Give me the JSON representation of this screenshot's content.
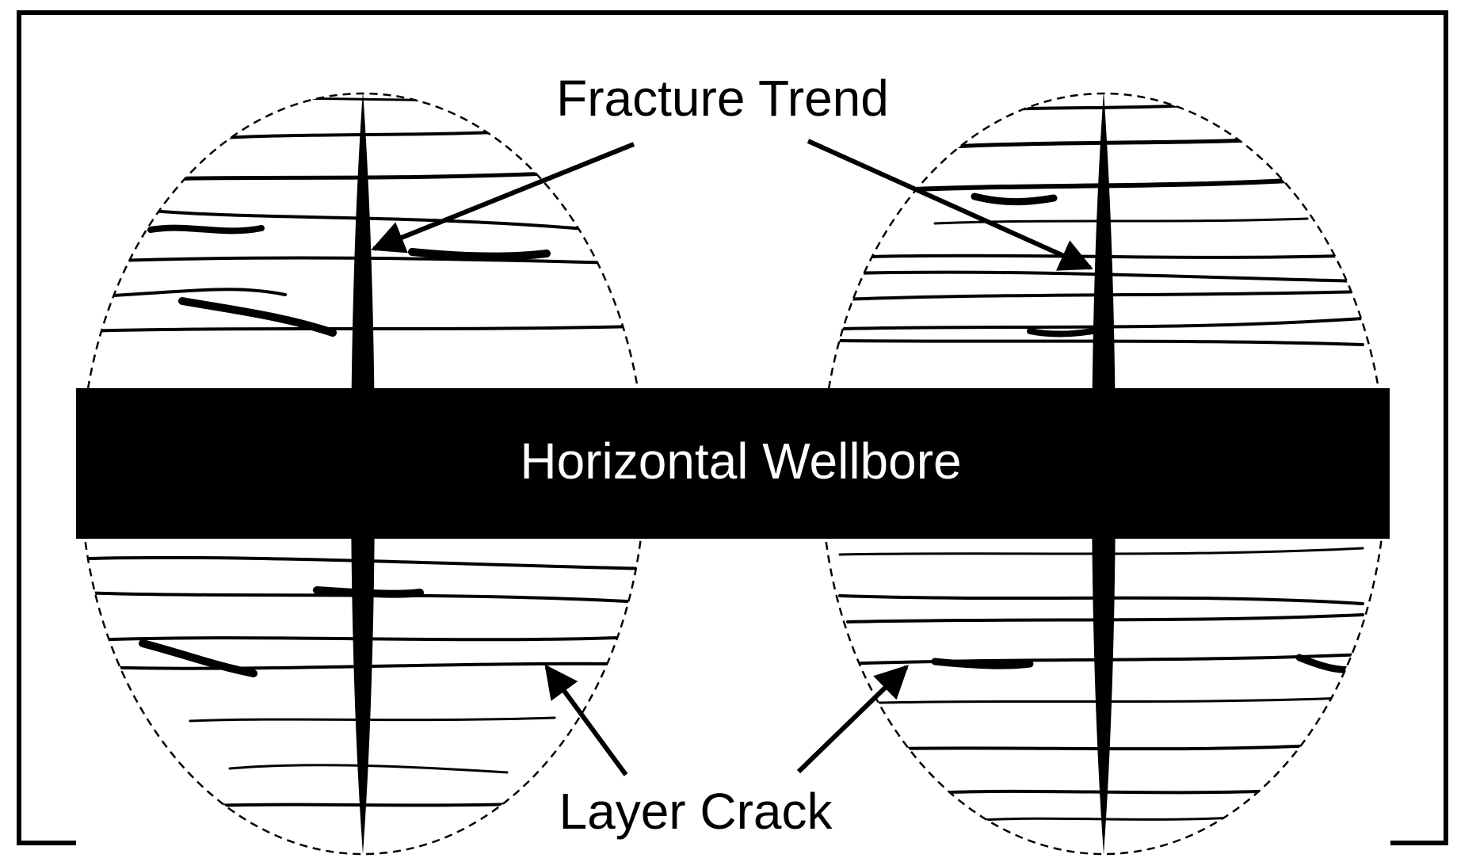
{
  "labels": {
    "fracture_trend": "Fracture Trend",
    "wellbore": "Horizontal Wellbore",
    "layer_crack": "Layer Crack"
  },
  "colors": {
    "ink": "#000000",
    "background": "#ffffff"
  }
}
